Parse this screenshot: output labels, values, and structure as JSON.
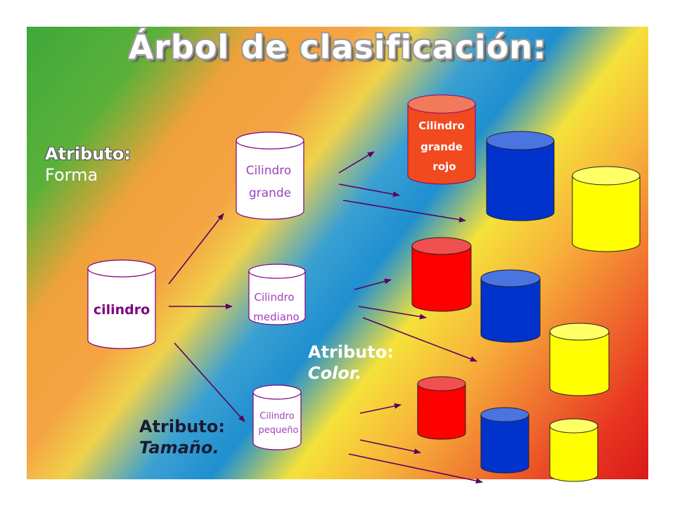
{
  "title": "Árbol de clasificación:",
  "label_forma": {
    "heading": "Atributo:",
    "value": "Forma"
  },
  "label_tamano": {
    "heading": "Atributo:",
    "value": "Tamaño."
  },
  "label_color": {
    "heading": "Atributo:",
    "value": "Color."
  },
  "nodes": {
    "root": "cilindro",
    "grande": [
      "Cilindro",
      "grande"
    ],
    "mediano": [
      "Cilindro",
      "mediano"
    ],
    "pequeno": [
      "Cilindro",
      "pequeño"
    ],
    "grande_rojo": [
      "Cilindro",
      "grande",
      "rojo"
    ]
  },
  "colors": {
    "white": "#ffffff",
    "red": "#ff0000",
    "red_top": "#f05050",
    "orange_red": "#f04a1e",
    "blue": "#0033cc",
    "blue_top": "#4a74e0",
    "yellow": "#ffff00",
    "yellow_top": "#ffff55",
    "purple": "#800080",
    "violet_text": "#a040c0"
  }
}
